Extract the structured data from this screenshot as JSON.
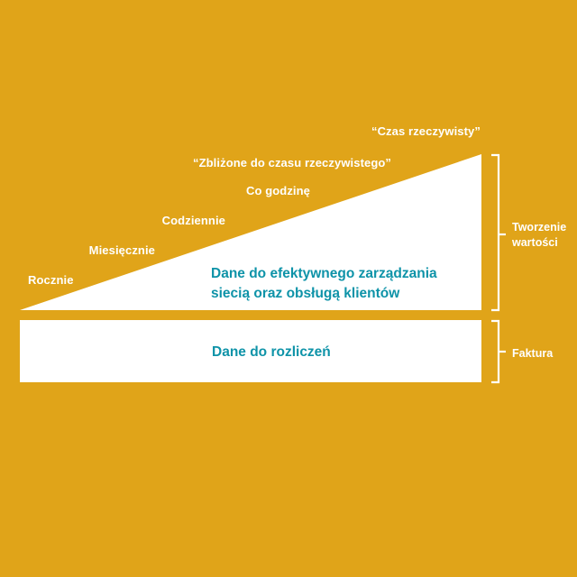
{
  "colors": {
    "background_gold": "#E0A419",
    "shape_white": "#FFFFFF",
    "text_teal": "#0E93A8",
    "label_white": "#FFFFFF"
  },
  "frequency_labels": [
    {
      "text": "“Czas rzeczywisty”"
    },
    {
      "text": "“Zbliżone do czasu rzeczywistego”"
    },
    {
      "text": "Co godzinę"
    },
    {
      "text": "Codziennie"
    },
    {
      "text": "Miesięcznie"
    },
    {
      "text": "Rocznie"
    }
  ],
  "wedge": {
    "line1": "Dane do efektywnego zarządzania",
    "line2": "siecią oraz obsługą klientów"
  },
  "lower_box": {
    "line1": "Dane do rozliczeń"
  },
  "brackets": [
    {
      "label_line1": "Tworzenie",
      "label_line2": "wartości"
    },
    {
      "label_line1": "Faktura",
      "label_line2": ""
    }
  ]
}
